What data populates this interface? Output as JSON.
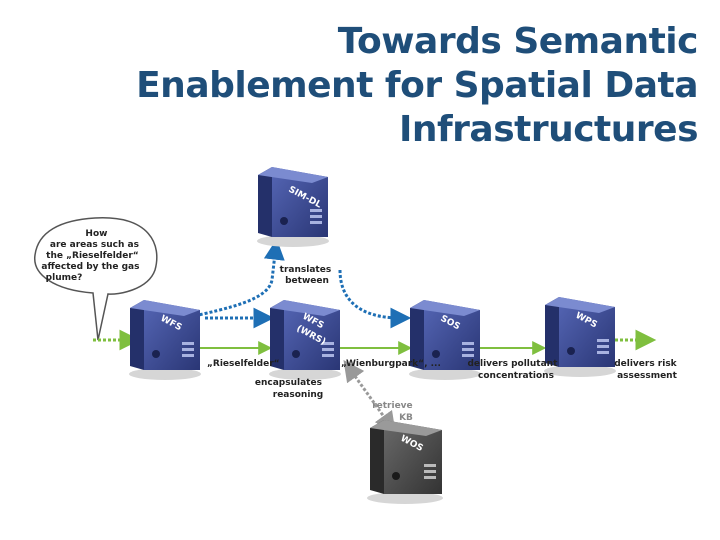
{
  "title": {
    "line1": "Towards Semantic",
    "line2": "Enablement for Spatial Data",
    "line3": "Infrastructures"
  },
  "colors": {
    "title": "#1f4e79",
    "server_blue": "#3b4c9b",
    "server_grey": "#555555",
    "arrow_green": "#7fbf3f",
    "arrow_blue": "#1e6fb5",
    "arrow_grey": "#999999"
  },
  "bubble": {
    "lines": [
      "How",
      "are areas such as",
      "the „Rieselfelder“",
      "affected by the gas",
      "plume?"
    ]
  },
  "servers": {
    "wfs1": "WFS",
    "wfs_wrs_top": "WFS",
    "wfs_wrs_bottom": "(WRS)",
    "sim_dl": "SIM-DL",
    "sos": "SOS",
    "wps": "WPS",
    "wos": "WOS"
  },
  "labels": {
    "translates_1": "translates",
    "translates_2": "between",
    "rieselfelder": "„Rieselfelder“",
    "wienburgpark": "„Wienburgpark“, ...",
    "encapsulates_1": "encapsulates",
    "encapsulates_2": "reasoning",
    "retrieve_1": "retrieve",
    "retrieve_2": "KB",
    "pollutant_1": "delivers pollutant",
    "pollutant_2": "concentrations",
    "risk_1": "delivers risk",
    "risk_2": "assessment"
  }
}
